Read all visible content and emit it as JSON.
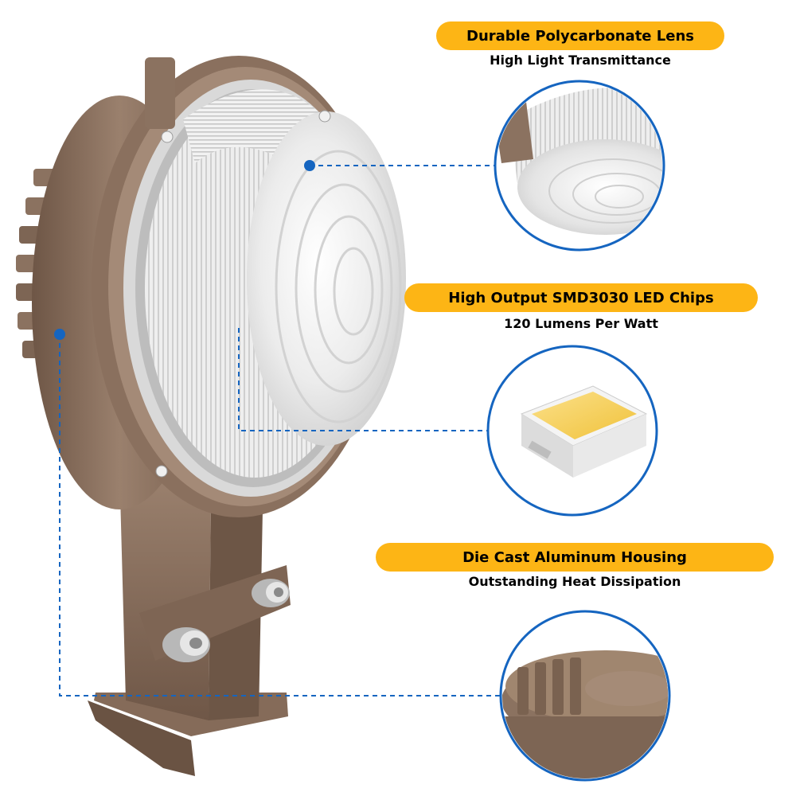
{
  "colors": {
    "accent_yellow": "#FDB515",
    "connector_blue": "#1565C0",
    "housing_bronze": "#8B7260",
    "lens_white": "#EEEEEE"
  },
  "features": [
    {
      "title": "Durable Polycarbonate Lens",
      "subtitle": "High Light Transmittance",
      "icon": "lens-closeup-icon"
    },
    {
      "title": "High Output SMD3030 LED Chips",
      "subtitle": "120 Lumens Per Watt",
      "icon": "led-chip-icon"
    },
    {
      "title": "Die Cast Aluminum Housing",
      "subtitle": "Outstanding Heat Dissipation",
      "icon": "heatsink-closeup-icon"
    }
  ]
}
